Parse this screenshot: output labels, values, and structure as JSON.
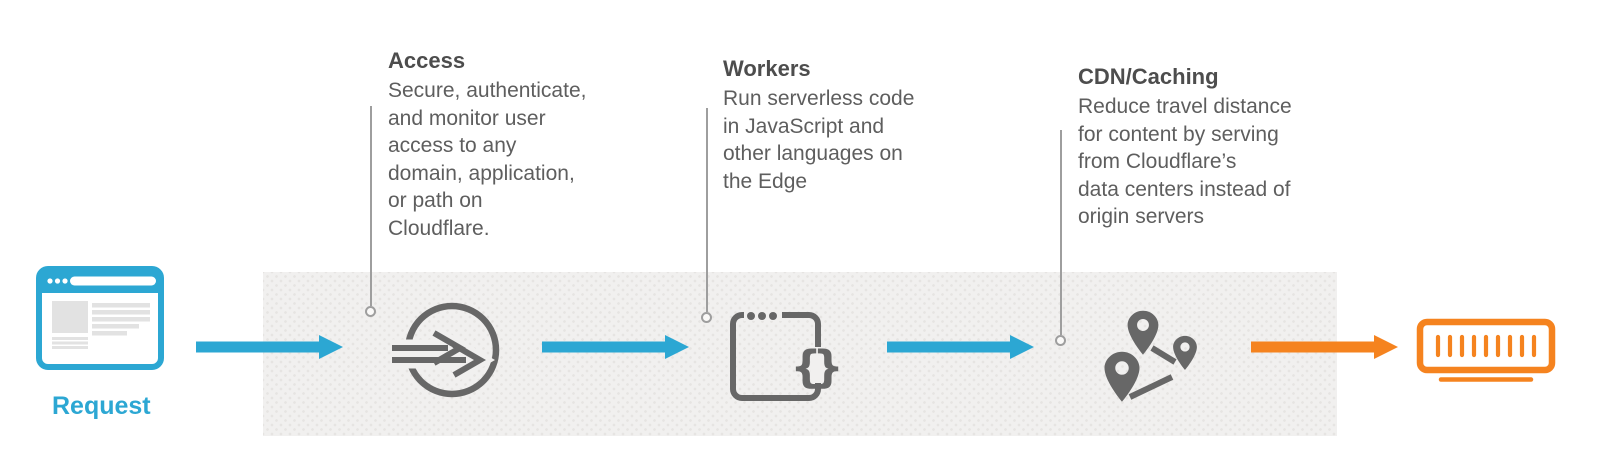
{
  "diagram": {
    "request_label": "Request",
    "steps": [
      {
        "id": "access",
        "title": "Access",
        "description": "Secure, authenticate,\nand monitor user\naccess to any\ndomain, application,\nor path on\nCloudflare."
      },
      {
        "id": "workers",
        "title": "Workers",
        "description": "Run serverless code\nin JavaScript and\nother languages on\nthe Edge"
      },
      {
        "id": "cdn",
        "title": "CDN/Caching",
        "description": "Reduce travel distance\nfor content by serving\nfrom Cloudflare’s\ndata centers instead of\norigin servers"
      }
    ],
    "icons": {
      "request": "browser-window-icon",
      "access": "login-arrows-circle-icon",
      "workers": "code-braces-window-icon",
      "cdn": "map-pins-route-icon",
      "origin": "server-icon"
    }
  },
  "colors": {
    "blue": "#2ca7d3",
    "orange": "#f5831f",
    "icon_gray": "#676767",
    "title_gray": "#4d4d4d",
    "text_gray": "#5e5e5e",
    "line_gray": "#9e9e9e",
    "band_bg": "#f1f0ef",
    "band_dot": "#e6e4e2"
  }
}
